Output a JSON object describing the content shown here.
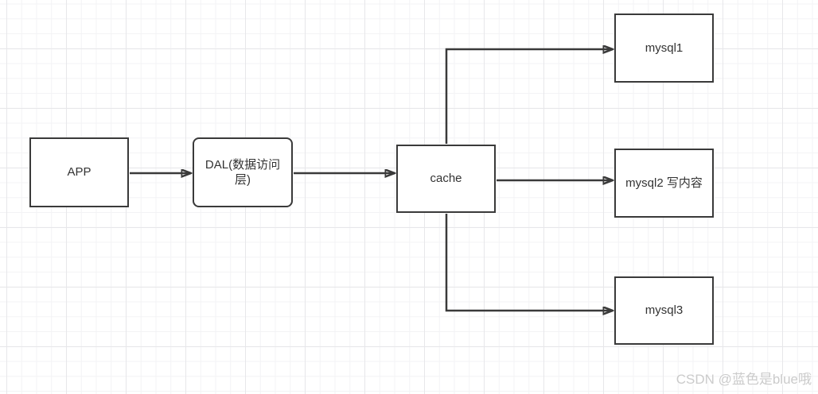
{
  "diagram": {
    "nodes": {
      "app": {
        "label": "APP",
        "shape": "rectangle"
      },
      "dal": {
        "label": "DAL(数据访问层)",
        "shape": "rounded-rectangle"
      },
      "cache": {
        "label": "cache",
        "shape": "rectangle"
      },
      "mysql1": {
        "label": "mysql1",
        "shape": "rectangle"
      },
      "mysql2": {
        "label": "mysql2 写内容",
        "shape": "rectangle"
      },
      "mysql3": {
        "label": "mysql3",
        "shape": "rectangle"
      }
    },
    "edges": [
      {
        "from": "app",
        "to": "dal"
      },
      {
        "from": "dal",
        "to": "cache"
      },
      {
        "from": "cache",
        "to": "mysql1"
      },
      {
        "from": "cache",
        "to": "mysql2"
      },
      {
        "from": "cache",
        "to": "mysql3"
      }
    ],
    "colors": {
      "stroke": "#3a3a3a",
      "node_fill": "#ffffff",
      "grid_minor": "#f3f3f5",
      "grid_major": "#e7e7ea",
      "background": "#ffffff"
    }
  },
  "watermark": {
    "text": "CSDN @蓝色是blue哦",
    "color": "#cbcbcb"
  }
}
